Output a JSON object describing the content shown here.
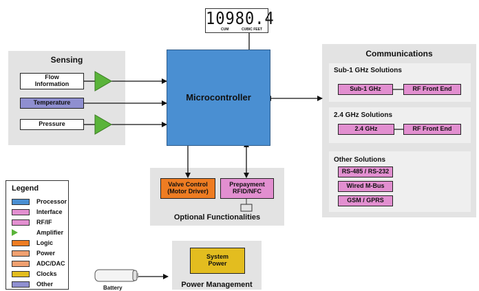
{
  "meter": {
    "reading": "10980.4",
    "unit_left": "CUM",
    "unit_right": "CUBIC FEET"
  },
  "sensing": {
    "title": "Sensing",
    "flow": "Flow\nInformation",
    "temperature": "Temperature",
    "pressure": "Pressure"
  },
  "microcontroller": "Microcontroller",
  "optional": {
    "title": "Optional Functionalities",
    "valve": "Valve Control\n(Motor Driver)",
    "prepayment": "Prepayment\nRFID/NFC"
  },
  "communications": {
    "title": "Communications",
    "sub1": {
      "title": "Sub-1 GHz Solutions",
      "chip": "Sub-1 GHz",
      "frontend": "RF Front End"
    },
    "ghz24": {
      "title": "2.4 GHz Solutions",
      "chip": "2.4 GHz",
      "frontend": "RF Front End"
    },
    "other": {
      "title": "Other Solutions",
      "items": [
        "RS-485 / RS-232",
        "Wired M-Bus",
        "GSM / GPRS"
      ]
    }
  },
  "power": {
    "title": "Power Management",
    "system": "System\nPower",
    "battery": "Battery"
  },
  "legend": {
    "title": "Legend",
    "items": [
      {
        "label": "Processor",
        "color": "#4a8fd2"
      },
      {
        "label": "Interface",
        "color": "#e28fd0"
      },
      {
        "label": "RF/IF",
        "color": "#e28fd0"
      },
      {
        "label": "Amplifier",
        "color": "#5ab43a"
      },
      {
        "label": "Logic",
        "color": "#ee7c22"
      },
      {
        "label": "Power",
        "color": "#f0a070"
      },
      {
        "label": "ADC/DAC",
        "color": "#f0a070"
      },
      {
        "label": "Clocks",
        "color": "#e3bd1f"
      },
      {
        "label": "Other",
        "color": "#8f8fd0"
      }
    ]
  }
}
